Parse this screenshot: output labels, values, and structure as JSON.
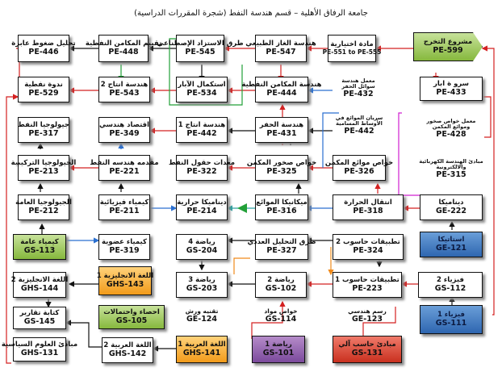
{
  "title": "جامعة الرفاق الأهلية – قسم هندسة النفط (شجرة المقررات الدراسية)",
  "courses": {
    "pe446": {
      "name": "تحليل ضغوط عابرة",
      "code": "PE-446"
    },
    "pe448": {
      "name": "تقييم المكامن النفطية",
      "code": "PE-448"
    },
    "pe545": {
      "name": "طرق الاستزاد الإصطناعي",
      "code": "PE-545"
    },
    "pe547": {
      "name": "هندسة الغاز الطبيعي",
      "code": "PE-547"
    },
    "pe551": {
      "name": "مادة اختيارية",
      "code": "PE-551 to PE-555"
    },
    "pe599": {
      "name": "مشروع التخرج",
      "code": "PE-599"
    },
    "pe529": {
      "name": "ندوة نفطية",
      "code": "PE-529"
    },
    "pe543": {
      "name": "هندسة انتاج 2",
      "code": "PE-543"
    },
    "pe534": {
      "name": "استكمال الآبار",
      "code": "PE-534"
    },
    "pe444": {
      "name": "هندسة المكامن النفطية",
      "code": "PE-444"
    },
    "pe432": {
      "name": "معمل هندسة سوائل الحفر",
      "code": "PE-432"
    },
    "pe433": {
      "name": "سرو ة ابار",
      "code": "PE-433"
    },
    "pe317": {
      "name": "جيولوجيا النفط",
      "code": "PE-317"
    },
    "pe349": {
      "name": "اقتصاد هندسي",
      "code": "PE-349"
    },
    "pe442": {
      "name": "هندسة انتاج 1",
      "code": "PE-442"
    },
    "pe431": {
      "name": "هندسة الحفر",
      "code": "PE-431"
    },
    "pe442b": {
      "name": "سريان الموائع في الأوساط المسامية",
      "code": "PE-442"
    },
    "pe428": {
      "name": "معمل خواص صخور وموائع المكمن",
      "code": "PE-428"
    },
    "pe213": {
      "name": "الجيولوجيا التركيبية",
      "code": "PE-213"
    },
    "pe221": {
      "name": "مقدمه هندسه النفط",
      "code": "PE-221"
    },
    "pe322": {
      "name": "معدات حقول النفط",
      "code": "PE-322"
    },
    "pe325": {
      "name": "خواص صخور المكمن",
      "code": "PE-325"
    },
    "pe326": {
      "name": "خواص موائع المكمن",
      "code": "PE-326"
    },
    "pe315": {
      "name": "مبادئ الهندسة الكهربائية والالكترونية",
      "code": "PE-315"
    },
    "pe212": {
      "name": "الجيولوجيا العامة",
      "code": "PE-212"
    },
    "pe211": {
      "name": "كيمياء فيزيائية",
      "code": "PE-211"
    },
    "pe214": {
      "name": "ديناميكا حرارية",
      "code": "PE-214"
    },
    "pe316": {
      "name": "ميكانيكا الموائع",
      "code": "PE-316"
    },
    "pe318": {
      "name": "انتقال الحرارة",
      "code": "PE-318"
    },
    "ge222": {
      "name": "ديناميكا",
      "code": "GE-222"
    },
    "gs113": {
      "name": "كيمياء عامة",
      "code": "GS-113"
    },
    "pe319": {
      "name": "كيمياء عضوية",
      "code": "PE-319"
    },
    "gs204": {
      "name": "رياضة 4",
      "code": "GS-204"
    },
    "pe327": {
      "name": "طرق التحليل العددي",
      "code": "PE-327"
    },
    "pe324": {
      "name": "تطبيقات حاسوب 2",
      "code": "PE-324"
    },
    "ge121": {
      "name": "استاتيكا",
      "code": "GE-121"
    },
    "ghs144": {
      "name": "اللغة الانجليزية 2",
      "code": "GHS-144"
    },
    "ghs143": {
      "name": "اللغة الانجليزية 1",
      "code": "GHS-143"
    },
    "gs203": {
      "name": "رياضة 3",
      "code": "GS-203"
    },
    "gs102": {
      "name": "رياضة 2",
      "code": "GS-102"
    },
    "pe223": {
      "name": "تطبيقات حاسوب 1",
      "code": "PE-223"
    },
    "gs112": {
      "name": "فيزياء 2",
      "code": "GS-112"
    },
    "gs145": {
      "name": "كتابة تقارير",
      "code": "GS-145"
    },
    "gs105": {
      "name": "احصاء واحتمالات",
      "code": "GS-105"
    },
    "ge124": {
      "name": "تقنيه ورش",
      "code": "GE-124"
    },
    "gs114": {
      "name": "خواص مواد",
      "code": "GS-114"
    },
    "ge123": {
      "name": "رسم هندسي",
      "code": "GE-123"
    },
    "gs111": {
      "name": "فيزياء 1",
      "code": "GS-111"
    },
    "ghs131": {
      "name": "مبادئ العلوم السياسية",
      "code": "GHS-131"
    },
    "ghs142": {
      "name": "اللغة العربية 2",
      "code": "GHS-142"
    },
    "ghs141": {
      "name": "اللغة العربية 1",
      "code": "GHS-141"
    },
    "gs101": {
      "name": "رياضة 1",
      "code": "GS-101"
    },
    "gs131": {
      "name": "مبادئ حاسب آلي",
      "code": "GS-131"
    }
  }
}
